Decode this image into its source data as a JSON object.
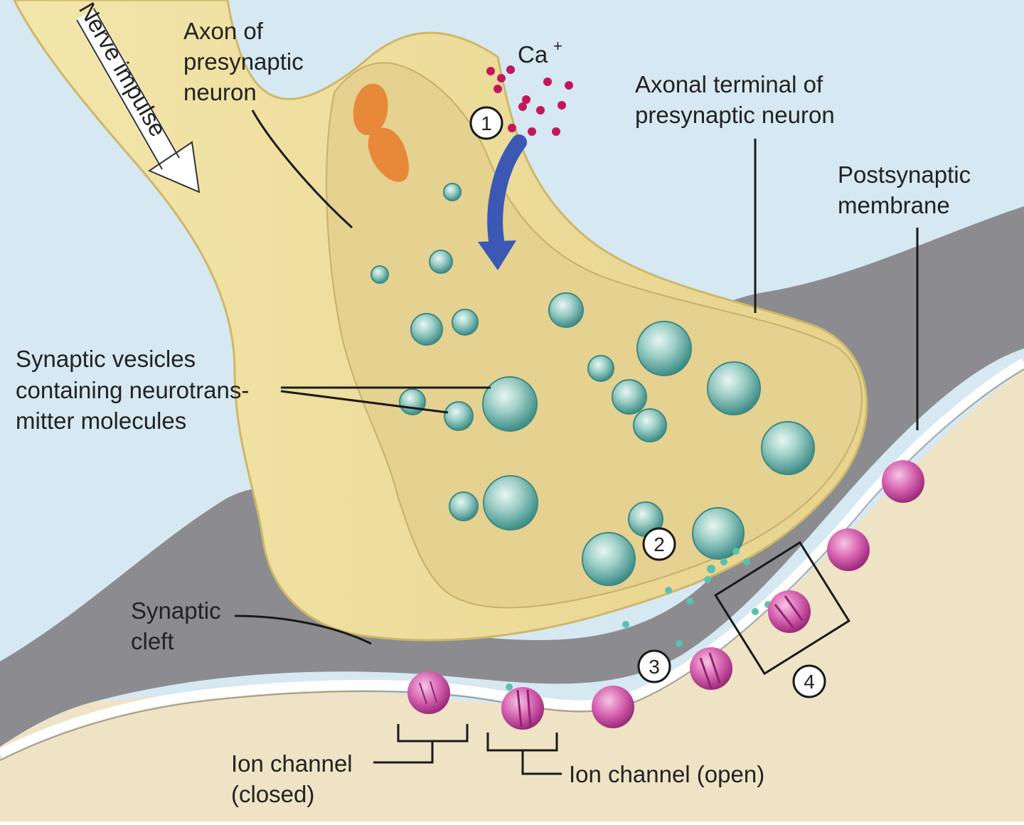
{
  "labels": {
    "nerve_impulse": "Nerve impulse",
    "axon": [
      "Axon of",
      "presynaptic",
      "neuron"
    ],
    "calcium": "Ca",
    "calcium_charge": "+",
    "axonal_terminal": [
      "Axonal terminal of",
      "presynaptic neuron"
    ],
    "postsynaptic_membrane": [
      "Postsynaptic",
      "membrane"
    ],
    "synaptic_vesicles": [
      "Synaptic vesicles",
      "containing neurotrans-",
      "mitter molecules"
    ],
    "synaptic_cleft": [
      "Synaptic",
      "cleft"
    ],
    "ion_channel_closed": [
      "Ion channel",
      "(closed)"
    ],
    "ion_channel_open": "Ion channel (open)"
  },
  "steps": [
    "1",
    "2",
    "3",
    "4"
  ],
  "colors": {
    "background": "#d6e8f2",
    "axon_fill": "#efe0a0",
    "axon_inner": "#e6d38c",
    "cleft_gray": "#8c8c90",
    "membrane_white": "#ffffff",
    "postsynaptic_fill": "#efe3c6",
    "vesicle": "#8fc9c0",
    "channel": "#d45aa8",
    "calcium_ion": "#c2185b",
    "arrow_blue": "#3b58b5",
    "mitochondria": "#e8893a"
  }
}
